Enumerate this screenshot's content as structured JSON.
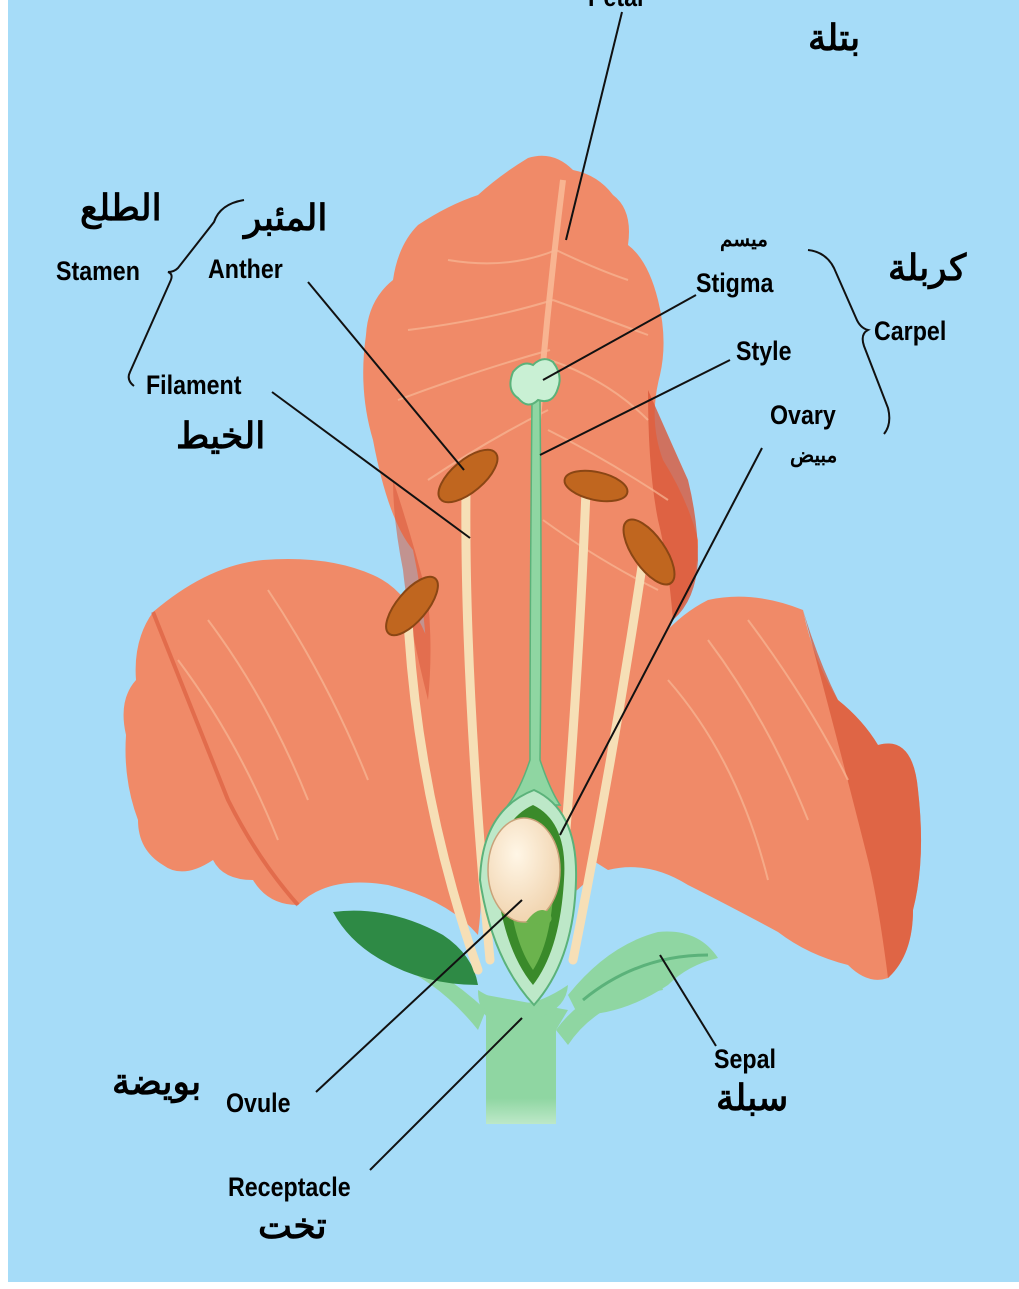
{
  "labels": {
    "petal_en": "Petal",
    "petal_ar": "بتلة",
    "stamen_en": "Stamen",
    "stamen_ar": "الطلع",
    "anther_en": "Anther",
    "anther_ar": "المئبر",
    "filament_en": "Filament",
    "filament_ar": "الخيط",
    "stigma_en": "Stigma",
    "stigma_ar": "ميسم",
    "style_en": "Style",
    "carpel_en": "Carpel",
    "carpel_ar": "كربلة",
    "ovary_en": "Ovary",
    "ovary_ar": "مبيض",
    "ovule_en": "Ovule",
    "ovule_ar": "بويضة",
    "receptacle_en": "Receptacle",
    "receptacle_ar": "تخت",
    "sepal_en": "Sepal",
    "sepal_ar": "سبلة"
  },
  "colors": {
    "background": "#a6dcf8",
    "petal": "#f08a68",
    "petal_dark": "#d9583a",
    "petal_light": "#f8b896",
    "stem": "#8fd6a2",
    "sepal_dark": "#2e8a45",
    "anther": "#c0661f",
    "filament": "#f6dfb6",
    "ovary_outer": "#3a8a2a",
    "ovule": "#f7e3c6"
  }
}
